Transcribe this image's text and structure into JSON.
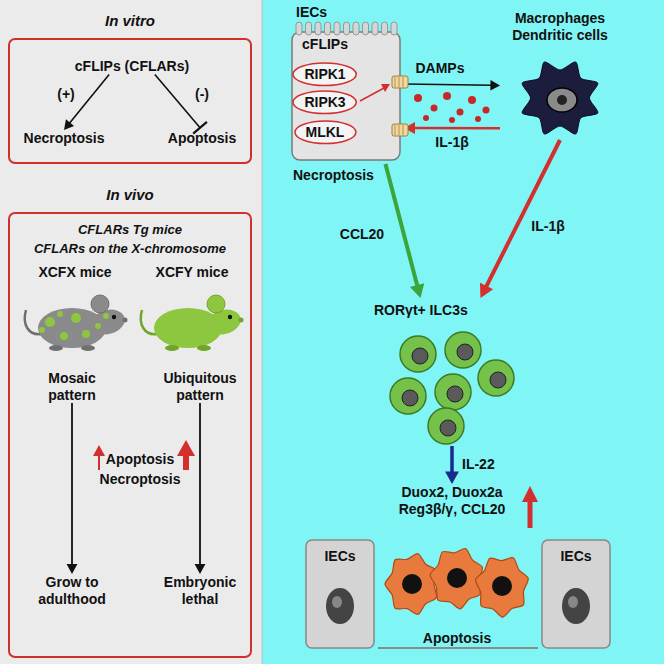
{
  "diagram": {
    "nodes": [
      {
        "text": [
          "In vitro"
        ]
      },
      {
        "text": [
          "cFLIPs (CFLARs)"
        ],
        "in": 0
      },
      {
        "text": [
          "Necroptosis"
        ],
        "in": 0
      },
      {
        "text": [
          "Apoptosis"
        ],
        "in": 0
      },
      {
        "text": [
          "In vivo",
          "CFLARs Tg mice",
          "CFLARs on the X-chromosome"
        ]
      },
      {
        "text": [
          "XCFX mice"
        ],
        "in": 4
      },
      {
        "text": [
          "XCFY mice"
        ],
        "in": 4
      },
      {
        "text": [
          "Mosaic pattern"
        ],
        "in": 4
      },
      {
        "text": [
          "Ubiquitous pattern"
        ],
        "in": 4
      },
      {
        "text": [
          "Grow to adulthood"
        ],
        "in": 4
      },
      {
        "text": [
          "Embryonic lethal"
        ],
        "in": 4
      },
      {
        "text": [
          "IECs"
        ]
      },
      {
        "text": [
          "cFLIPs"
        ],
        "in": 11
      },
      {
        "text": [
          "RIPK1"
        ],
        "in": 11
      },
      {
        "text": [
          "RIPK3"
        ],
        "in": 11
      },
      {
        "text": [
          "MLKL"
        ],
        "in": 11
      },
      {
        "text": [
          "Macrophages Dendritic cells"
        ]
      },
      {
        "text": [
          "RORγt+ ILC3s"
        ]
      },
      {
        "text": [
          "Duox2, Duox2a Reg3β/γ, CCL20"
        ]
      },
      {
        "text": [
          "Apoptosis"
        ]
      },
      {
        "text": [
          "IECs"
        ]
      },
      {
        "text": [
          "IECs"
        ]
      }
    ],
    "edges": [
      {
        "from": 1,
        "to": 2,
        "arrow": "to",
        "label": "(+)"
      },
      {
        "from": 1,
        "to": 3,
        "arrow": "to",
        "label": "(-)"
      },
      {
        "from": 7,
        "to": 9,
        "arrow": "to"
      },
      {
        "from": 8,
        "to": 10,
        "arrow": "to"
      },
      {
        "from": 12,
        "to": 13,
        "arrow": "to"
      },
      {
        "from": 11,
        "to": 16,
        "arrow": "to",
        "label": "DAMPs"
      },
      {
        "from": 16,
        "to": 11,
        "arrow": "to",
        "label": "IL-1β"
      },
      {
        "from": 11,
        "to": 17,
        "arrow": "to",
        "label": "CCL20"
      },
      {
        "from": 16,
        "to": 17,
        "arrow": "to",
        "label": "IL-1β"
      },
      {
        "from": 17,
        "to": 18,
        "arrow": "to",
        "label": "IL-22"
      }
    ],
    "labels": [
      "Apoptosis",
      "Necroptosis",
      "Necroptosis"
    ]
  }
}
